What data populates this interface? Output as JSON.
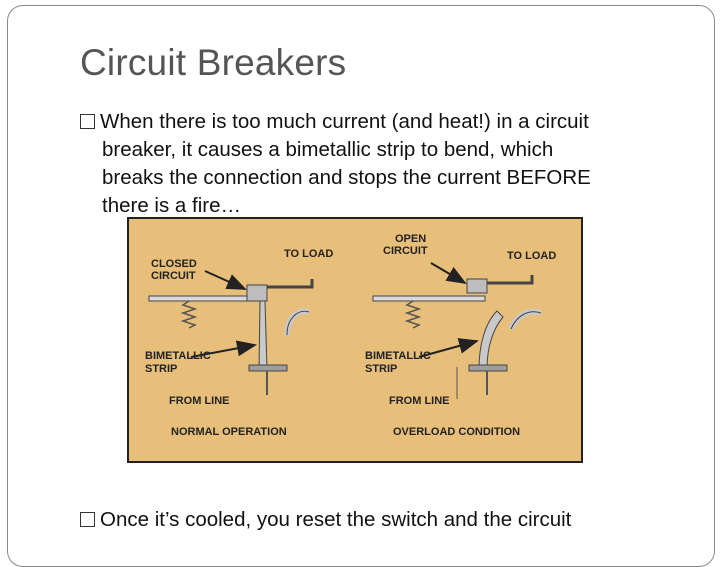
{
  "slide": {
    "title": "Circuit Breakers",
    "bullets": [
      {
        "line1": "When there is too much current (and heat!) in a circuit",
        "line2": "breaker, it causes a bimetallic strip to bend, which",
        "line3": "breaks the connection and stops the current BEFORE",
        "line4": "there is a fire…"
      },
      {
        "line1": "Once it’s cooled, you reset the switch and the circuit"
      }
    ]
  },
  "diagram": {
    "left": {
      "closed_circuit_1": "CLOSED",
      "closed_circuit_2": "CIRCUIT",
      "to_load": "TO LOAD",
      "bimetallic_1": "BIMETALLIC",
      "bimetallic_2": "STRIP",
      "from_line": "FROM LINE",
      "caption": "NORMAL OPERATION"
    },
    "right": {
      "open_circuit_1": "OPEN",
      "open_circuit_2": "CIRCUIT",
      "to_load": "TO LOAD",
      "bimetallic_1": "BIMETALLIC",
      "bimetallic_2": "STRIP",
      "from_line": "FROM LINE",
      "caption": "OVERLOAD CONDITION"
    },
    "colors": {
      "background": "#e8bf7a",
      "metal": "#c9c9c9",
      "border": "#222222"
    }
  }
}
